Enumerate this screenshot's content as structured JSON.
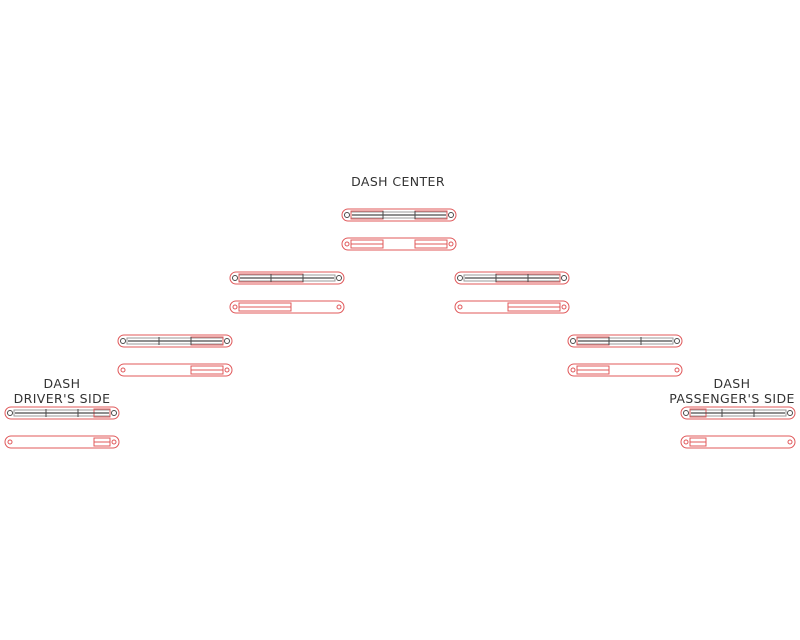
{
  "labels": {
    "center": "DASH CENTER",
    "driver_line1": "DASH",
    "driver_line2": "DRIVER'S SIDE",
    "passenger_line1": "DASH",
    "passenger_line2": "PASSENGER'S SIDE"
  },
  "colors": {
    "background": "#ffffff",
    "outline": "#e0585a",
    "inner_gray": "#9a9a9a",
    "highlight_dark": "#4a4a4a",
    "text": "#333333"
  }
}
